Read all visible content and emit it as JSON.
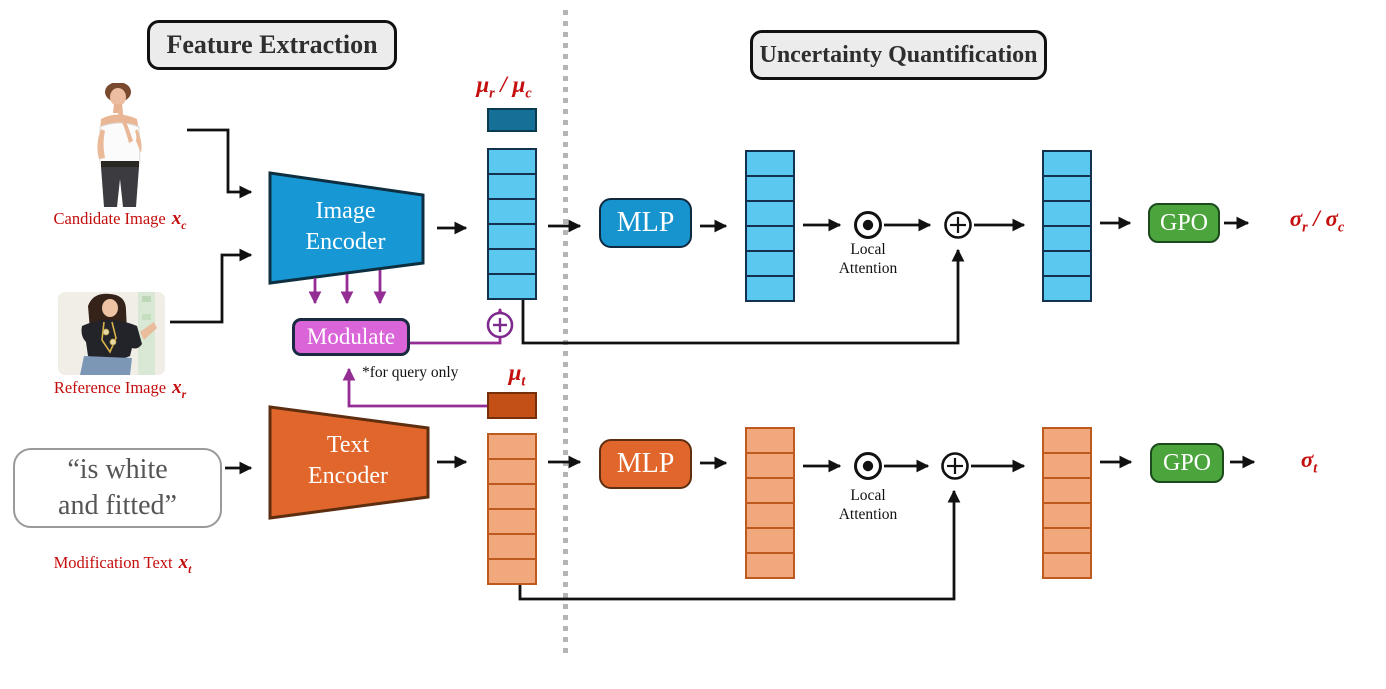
{
  "titles": {
    "feature_extraction": "Feature Extraction",
    "uncertainty_quantification": "Uncertainty Quantification"
  },
  "inputs": {
    "candidate": {
      "label": "Candidate Image",
      "var": "x",
      "sub": "c"
    },
    "reference": {
      "label": "Reference Image",
      "var": "x",
      "sub": "r"
    },
    "modification": {
      "label": "Modification Text",
      "var": "x",
      "sub": "t"
    }
  },
  "query_text": {
    "line1": "“is white",
    "line2": "and fitted”"
  },
  "encoders": {
    "image": {
      "line1": "Image",
      "line2": "Encoder"
    },
    "text": {
      "line1": "Text",
      "line2": "Encoder"
    }
  },
  "modulate": {
    "label": "Modulate",
    "note": "*for query only"
  },
  "labels": {
    "mu_image": {
      "b1": "μ",
      "s1": "r",
      "sep": " / ",
      "b2": "μ",
      "s2": "c"
    },
    "mu_text": {
      "b": "μ",
      "s": "t"
    },
    "sigma_image": {
      "b1": "σ",
      "s1": "r",
      "sep": " / ",
      "b2": "σ",
      "s2": "c"
    },
    "sigma_text": {
      "b": "σ",
      "s": "t"
    }
  },
  "blocks": {
    "mlp_image": "MLP",
    "mlp_text": "MLP",
    "gpo_image": "GPO",
    "gpo_text": "GPO",
    "local_attention_image": {
      "line1": "Local",
      "line2": "Attention"
    },
    "local_attention_text": {
      "line1": "Local",
      "line2": "Attention"
    }
  },
  "operators": {
    "hadamard_product": "⊙",
    "elementwise_sum": "⊕",
    "modulate_sum": "⊕"
  },
  "stacks": {
    "image_mu_slot": {
      "cells": 1
    },
    "image_feature": {
      "cells": 6
    },
    "image_mlp_out": {
      "cells": 6
    },
    "image_fused": {
      "cells": 6
    },
    "text_mu_slot": {
      "cells": 1
    },
    "text_feature": {
      "cells": 6
    },
    "text_mlp_out": {
      "cells": 6
    },
    "text_fused": {
      "cells": 6
    }
  },
  "colors": {
    "image_encoder_blue": "#1798d5",
    "image_cell_blue": "#5bc8f0",
    "image_mu_teal": "#156f96",
    "mlp_image_blue": "#1793cd",
    "text_encoder_orange": "#e0662b",
    "text_cell_orange": "#f1a87d",
    "text_mu_dark_orange": "#c25017",
    "gpo_green": "#4ba53c",
    "modulate_pink": "#d965d9",
    "purple_line": "#942d94",
    "label_red": "#c40d0d",
    "title_grey_fill": "#ececec"
  }
}
